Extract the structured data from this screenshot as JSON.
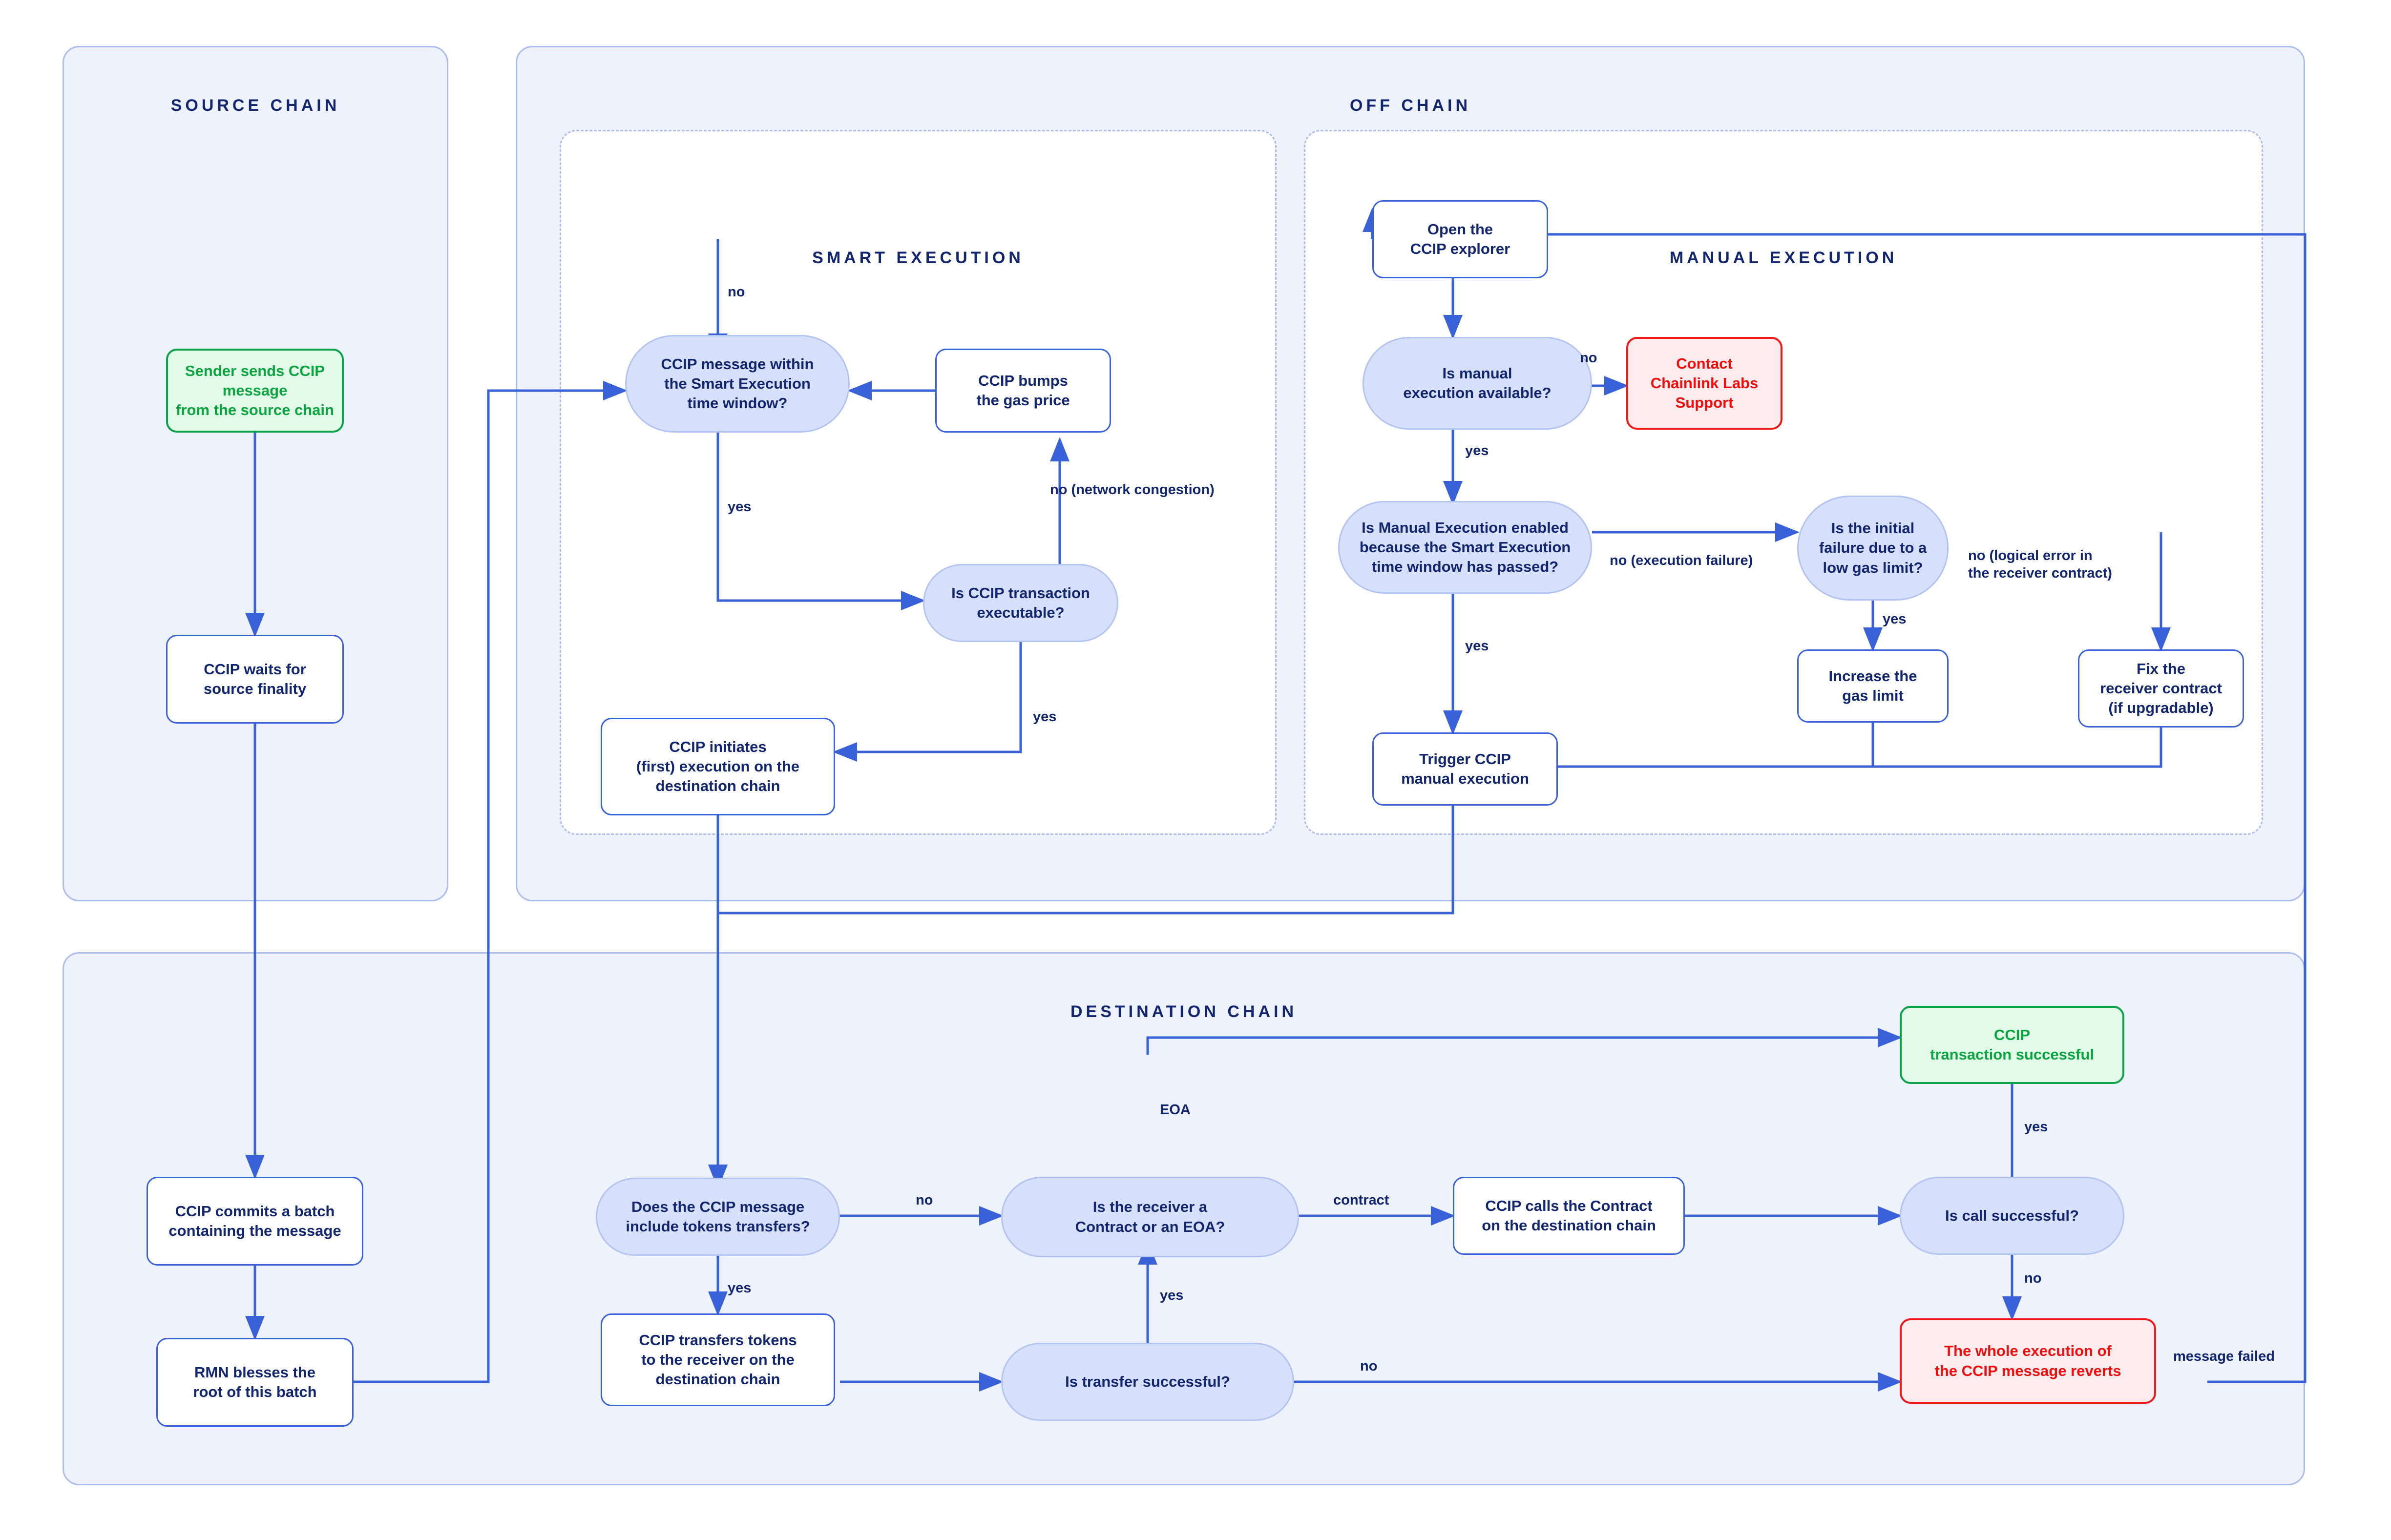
{
  "colors": {
    "panel_bg": "#eef2fc",
    "panel_border": "#aabcf0",
    "process_border": "#3a62d8",
    "decision_fill": "#d6e0fb",
    "text_navy": "#11266e",
    "success_green": "#0aa34a",
    "error_red": "#f01818",
    "wire": "#3a62d8"
  },
  "lanes": [
    {
      "id": "source-chain",
      "title": "SOURCE CHAIN"
    },
    {
      "id": "off-chain",
      "title": "OFF CHAIN"
    },
    {
      "id": "smart-execution",
      "title": "SMART EXECUTION"
    },
    {
      "id": "manual-execution",
      "title": "MANUAL EXECUTION"
    },
    {
      "id": "destination-chain",
      "title": "DESTINATION CHAIN"
    }
  ],
  "nodes": {
    "sender_sends": "Sender sends CCIP message\nfrom the source chain",
    "waits_finality": "CCIP waits for\nsource finality",
    "commits_batch": "CCIP commits a batch\ncontaining the message",
    "rmn_blesses": "RMN blesses the\nroot of this batch",
    "within_window": "CCIP message within\nthe Smart Execution\ntime window?",
    "bumps_gas": "CCIP bumps\nthe gas price",
    "tx_executable": "Is CCIP transaction\nexecutable?",
    "initiates_exec": "CCIP initiates\n(first) execution on the\ndestination chain",
    "open_explorer": "Open the\nCCIP explorer",
    "manual_available": "Is manual\nexecution available?",
    "contact_support": "Contact\nChainlink Labs\nSupport",
    "manual_enabled": "Is Manual Execution enabled\nbecause the Smart Execution\ntime window has passed?",
    "initial_failure": "Is the initial\nfailure due to a\nlow gas limit?",
    "increase_gas": "Increase the\ngas limit",
    "fix_receiver": "Fix the\nreceiver contract\n(if upgradable)",
    "trigger_manual": "Trigger CCIP\nmanual execution",
    "includes_tokens": "Does the CCIP message\ninclude tokens transfers?",
    "transfers_tokens": "CCIP transfers tokens\nto the receiver on the\ndestination chain",
    "transfer_successful": "Is transfer successful?",
    "receiver_kind": "Is the receiver a\nContract or an EOA?",
    "calls_contract": "CCIP calls the Contract\non the destination chain",
    "call_successful": "Is call successful?",
    "tx_successful": "CCIP\ntransaction successful",
    "reverts": "The whole execution of\nthe CCIP message reverts"
  },
  "edge_labels": {
    "window_no": "no",
    "window_yes": "yes",
    "congestion_no": "no (network congestion)",
    "executable_yes": "yes",
    "manual_available_no": "no",
    "manual_available_yes": "yes",
    "manual_enabled_yes": "yes",
    "execution_failure_no": "no (execution failure)",
    "logical_error_no": "no (logical error in\nthe receiver contract)",
    "gas_limit_yes": "yes",
    "tokens_no": "no",
    "tokens_yes": "yes",
    "transfer_yes": "yes",
    "transfer_no": "no",
    "receiver_eoa": "EOA",
    "receiver_contract": "contract",
    "call_yes": "yes",
    "call_no": "no",
    "message_failed": "message failed"
  }
}
